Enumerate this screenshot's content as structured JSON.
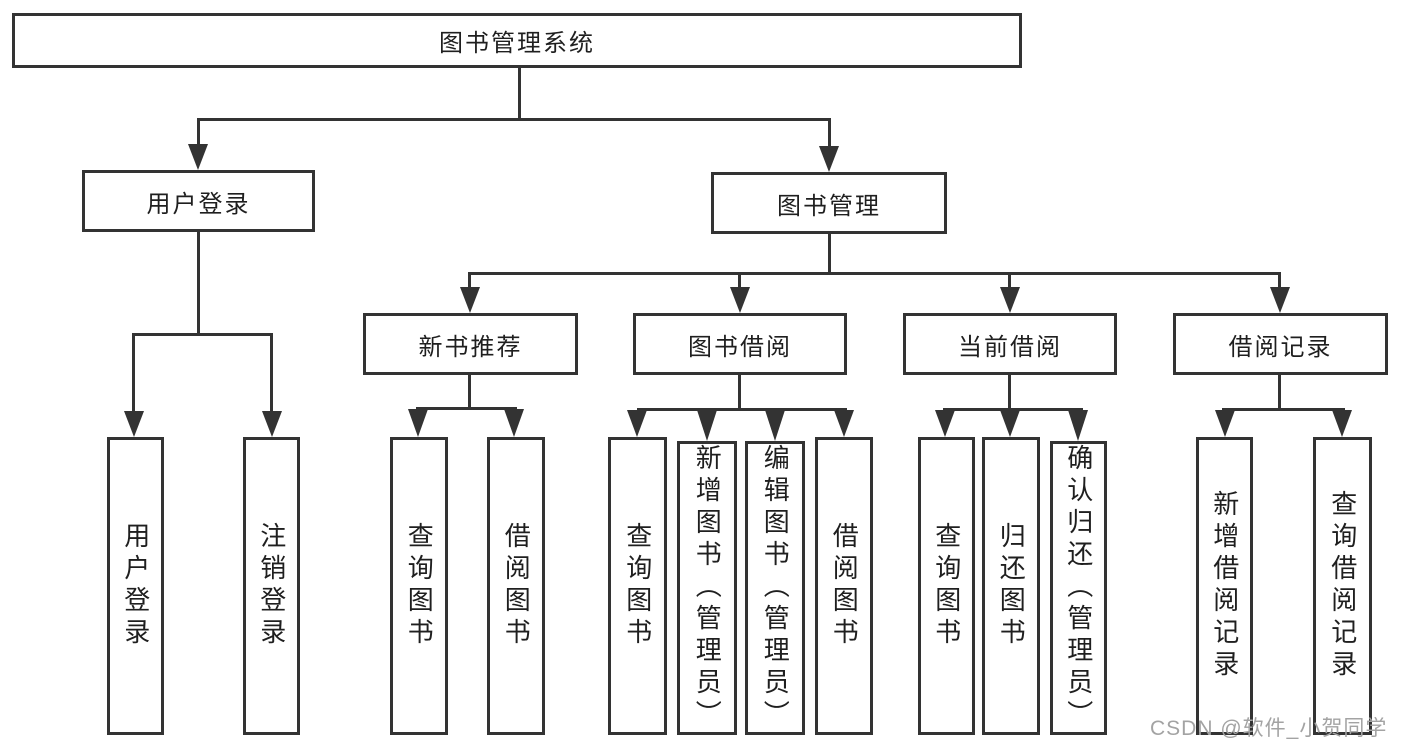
{
  "tree": {
    "root": {
      "label": "图书管理系统"
    },
    "branches": [
      {
        "label": "用户登录",
        "children": [
          {
            "label": "用户登录"
          },
          {
            "label": "注销登录"
          }
        ]
      },
      {
        "label": "图书管理",
        "children": [
          {
            "label": "新书推荐",
            "children": [
              {
                "label": "查询图书"
              },
              {
                "label": "借阅图书"
              }
            ]
          },
          {
            "label": "图书借阅",
            "children": [
              {
                "label": "查询图书"
              },
              {
                "label": "新增图书（管理员）"
              },
              {
                "label": "编辑图书（管理员）"
              },
              {
                "label": "借阅图书"
              }
            ]
          },
          {
            "label": "当前借阅",
            "children": [
              {
                "label": "查询图书"
              },
              {
                "label": "归还图书"
              },
              {
                "label": "确认归还（管理员）"
              }
            ]
          },
          {
            "label": "借阅记录",
            "children": [
              {
                "label": "新增借阅记录"
              },
              {
                "label": "查询借阅记录"
              }
            ]
          }
        ]
      }
    ]
  },
  "colors": {
    "line": "#333333",
    "box_border": "#333333",
    "text": "#1f1f1f",
    "watermark": "#a3a3a3",
    "background": "#ffffff"
  },
  "watermark": {
    "text": "CSDN @软件_小贺同学"
  }
}
